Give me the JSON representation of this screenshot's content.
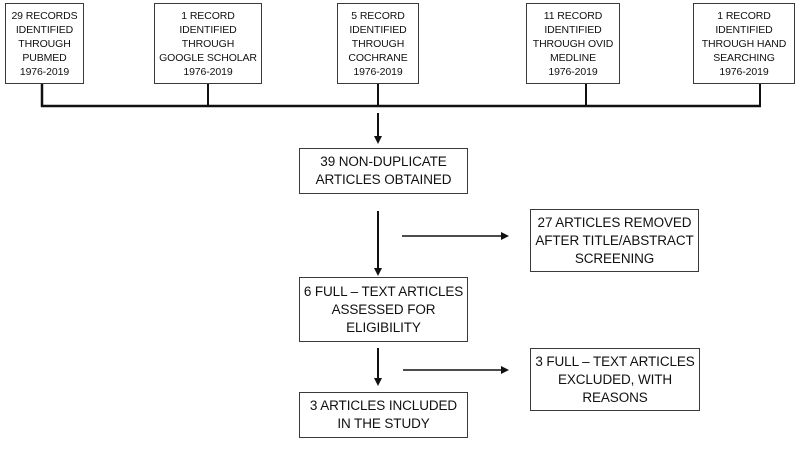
{
  "diagram": {
    "type": "flowchart",
    "title": "",
    "sources": [
      {
        "id": "pubmed",
        "lines": [
          "29 RECORDS",
          "IDENTIFIED",
          "THROUGH",
          "PUBMED",
          "1976-2019"
        ]
      },
      {
        "id": "google-scholar",
        "lines": [
          "1 RECORD",
          "IDENTIFIED",
          "THROUGH",
          "GOOGLE SCHOLAR",
          "1976-2019"
        ]
      },
      {
        "id": "cochrane",
        "lines": [
          "5 RECORD",
          "IDENTIFIED",
          "THROUGH",
          "COCHRANE",
          "1976-2019"
        ]
      },
      {
        "id": "ovid-medline",
        "lines": [
          "11 RECORD",
          "IDENTIFIED",
          "THROUGH OVID",
          "MEDLINE",
          "1976-2019"
        ]
      },
      {
        "id": "hand-searching",
        "lines": [
          "1 RECORD",
          "IDENTIFIED",
          "THROUGH HAND",
          "SEARCHING",
          "1976-2019"
        ]
      }
    ],
    "main_flow": [
      {
        "id": "non-duplicate",
        "lines": [
          "39 NON-DUPLICATE",
          "ARTICLES OBTAINED"
        ]
      },
      {
        "id": "full-text-assessed",
        "lines": [
          "6 FULL – TEXT ARTICLES",
          "ASSESSED FOR",
          "ELIGIBILITY"
        ]
      },
      {
        "id": "included",
        "lines": [
          "3 ARTICLES INCLUDED",
          "IN THE STUDY"
        ]
      }
    ],
    "exclusions": [
      {
        "id": "removed-screening",
        "lines": [
          "27 ARTICLES REMOVED",
          "AFTER TITLE/ABSTRACT",
          "SCREENING"
        ]
      },
      {
        "id": "excluded-full-text",
        "lines": [
          "3 FULL – TEXT ARTICLES",
          "EXCLUDED, WITH",
          "REASONS"
        ]
      }
    ],
    "edges": [
      {
        "from": "sources",
        "to": "non-duplicate"
      },
      {
        "from": "non-duplicate",
        "to": "full-text-assessed"
      },
      {
        "from": "non-duplicate",
        "to": "removed-screening"
      },
      {
        "from": "full-text-assessed",
        "to": "included"
      },
      {
        "from": "full-text-assessed",
        "to": "excluded-full-text"
      }
    ],
    "colors": {
      "line": "#111111",
      "box_border": "#3a3a3a",
      "background": "#ffffff",
      "text": "#111111"
    }
  }
}
